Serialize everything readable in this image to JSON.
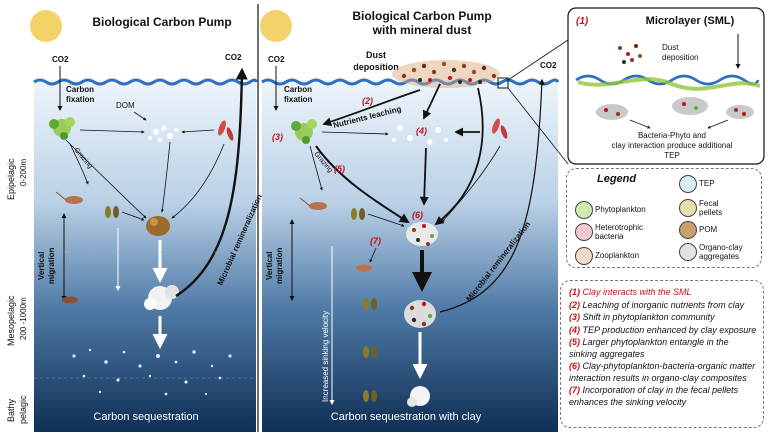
{
  "left_panel": {
    "title": "Biological Carbon Pump",
    "co2_left": "CO2",
    "co2_right": "CO2",
    "carbon_fixation": [
      "Carbon",
      "fixation"
    ],
    "dom": "DOM",
    "grazing": "Grazing",
    "vertical_migration": [
      "Vertical",
      "migration"
    ],
    "microbial_remineralization": "Microbial remineralization",
    "footer": "Carbon sequestration"
  },
  "zones": {
    "epipelagic": "Epipelagic",
    "epipelagic_depth": "0-200m",
    "mesopelagic": "Mesopelagic",
    "mesopelagic_depth": "200 -1000m",
    "bathy": "Bathy",
    "pelagic": "pelagic"
  },
  "right_panel": {
    "title_line1": "Biological Carbon Pump",
    "title_line2": "with mineral dust",
    "dust_deposition": [
      "Dust",
      "deposition"
    ],
    "co2_left": "CO2",
    "co2_right": "CO2",
    "carbon_fixation": [
      "Carbon",
      "fixation"
    ],
    "nutrients_leaching": "Nutrients leaching",
    "grazing": "Grazing",
    "vertical_migration": [
      "Vertical",
      "migration"
    ],
    "increased_sinking": "Increased sinking velocity",
    "microbial_remineralization": "Microbial remineralization",
    "footer": "Carbon sequestration with clay",
    "markers": [
      "(2)",
      "(3)",
      "(4)",
      "(5)",
      "(6)",
      "(7)"
    ]
  },
  "inset": {
    "marker": "(1)",
    "title": "Microlayer (SML)",
    "dust_deposition": [
      "Dust",
      "deposition"
    ],
    "caption": [
      "Bacteria-Phyto and",
      "clay interaction produce additional",
      "TEP"
    ]
  },
  "legend": {
    "title": "Legend",
    "items": [
      "Phytoplankton",
      "TEP",
      "Heterotrophic bacteria",
      "Fecal pellets",
      "Zooplankton",
      "POM",
      "Organo-clay aggregates"
    ]
  },
  "notes": [
    {
      "num": "(1)",
      "text": "Clay interacts with the SML"
    },
    {
      "num": "(2)",
      "text": "Leaching of inorganic nutrients from clay"
    },
    {
      "num": "(3)",
      "text": "Shift in phytoplankton community"
    },
    {
      "num": "(4)",
      "text": "TEP production enhanced by clay exposure"
    },
    {
      "num": "(5)",
      "text": "Larger phytoplankton entangle in the sinking aggregates"
    },
    {
      "num": "(6)",
      "text": "Clay-phytoplankton-bacteria-organic matter interaction results in organo-clay composites"
    },
    {
      "num": "(7)",
      "text": "Incorporation of clay in the fecal pellets enhances the sinking velocity"
    }
  ],
  "colors": {
    "ocean_top": "#e9f2fa",
    "ocean_bottom": "#0f3358",
    "wave": "#2f6fc0",
    "sun": "#f3d26a",
    "accent_red": "#c0141b"
  }
}
